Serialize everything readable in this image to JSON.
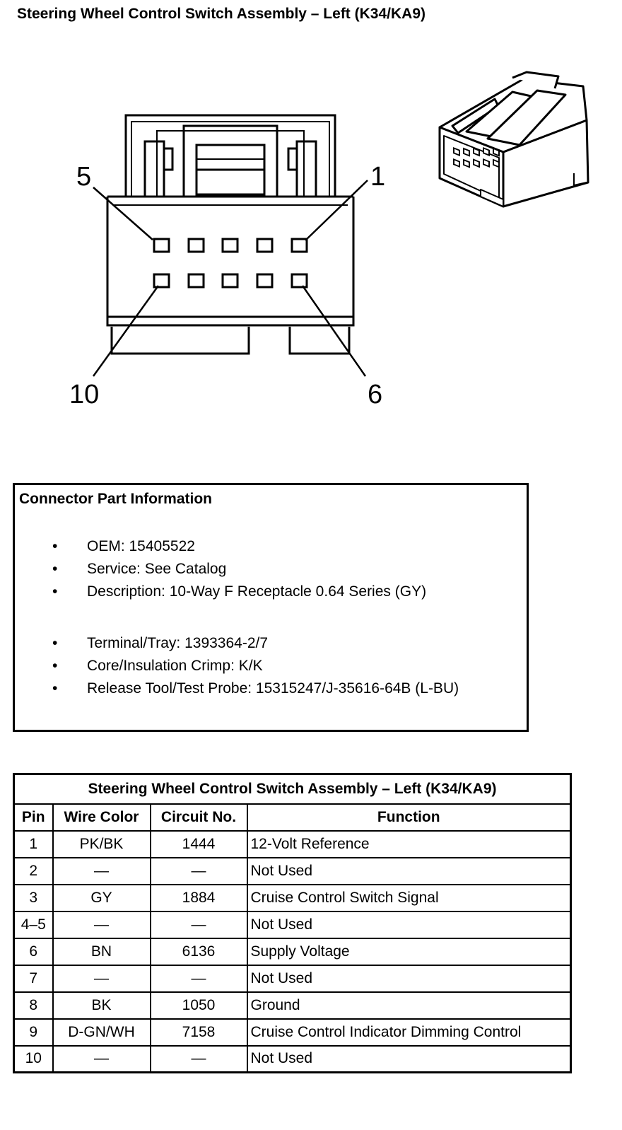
{
  "title": "Steering Wheel Control Switch Assembly – Left (K34/KA9)",
  "diagram": {
    "pin_labels": {
      "top_left": "5",
      "top_right": "1",
      "bottom_left": "10",
      "bottom_right": "6"
    }
  },
  "connector_info": {
    "heading": "Connector Part Information",
    "group_a": [
      "OEM: 15405522",
      "Service: See Catalog",
      "Description: 10-Way F Receptacle 0.64 Series (GY)"
    ],
    "group_b": [
      "Terminal/Tray: 1393364-2/7",
      "Core/Insulation Crimp: K/K",
      "Release Tool/Test Probe: 15315247/J-35616-64B (L-BU)"
    ],
    "bullet": "•"
  },
  "table": {
    "title": "Steering Wheel Control Switch Assembly – Left (K34/KA9)",
    "headers": [
      "Pin",
      "Wire Color",
      "Circuit No.",
      "Function"
    ],
    "rows": [
      [
        "1",
        "PK/BK",
        "1444",
        "12-Volt Reference"
      ],
      [
        "2",
        "—",
        "—",
        "Not Used"
      ],
      [
        "3",
        "GY",
        "1884",
        "Cruise Control Switch Signal"
      ],
      [
        "4–5",
        "—",
        "—",
        "Not Used"
      ],
      [
        "6",
        "BN",
        "6136",
        "Supply Voltage"
      ],
      [
        "7",
        "—",
        "—",
        "Not Used"
      ],
      [
        "8",
        "BK",
        "1050",
        "Ground"
      ],
      [
        "9",
        "D-GN/WH",
        "7158",
        "Cruise Control Indicator Dimming Control"
      ],
      [
        "10",
        "—",
        "—",
        "Not Used"
      ]
    ]
  }
}
